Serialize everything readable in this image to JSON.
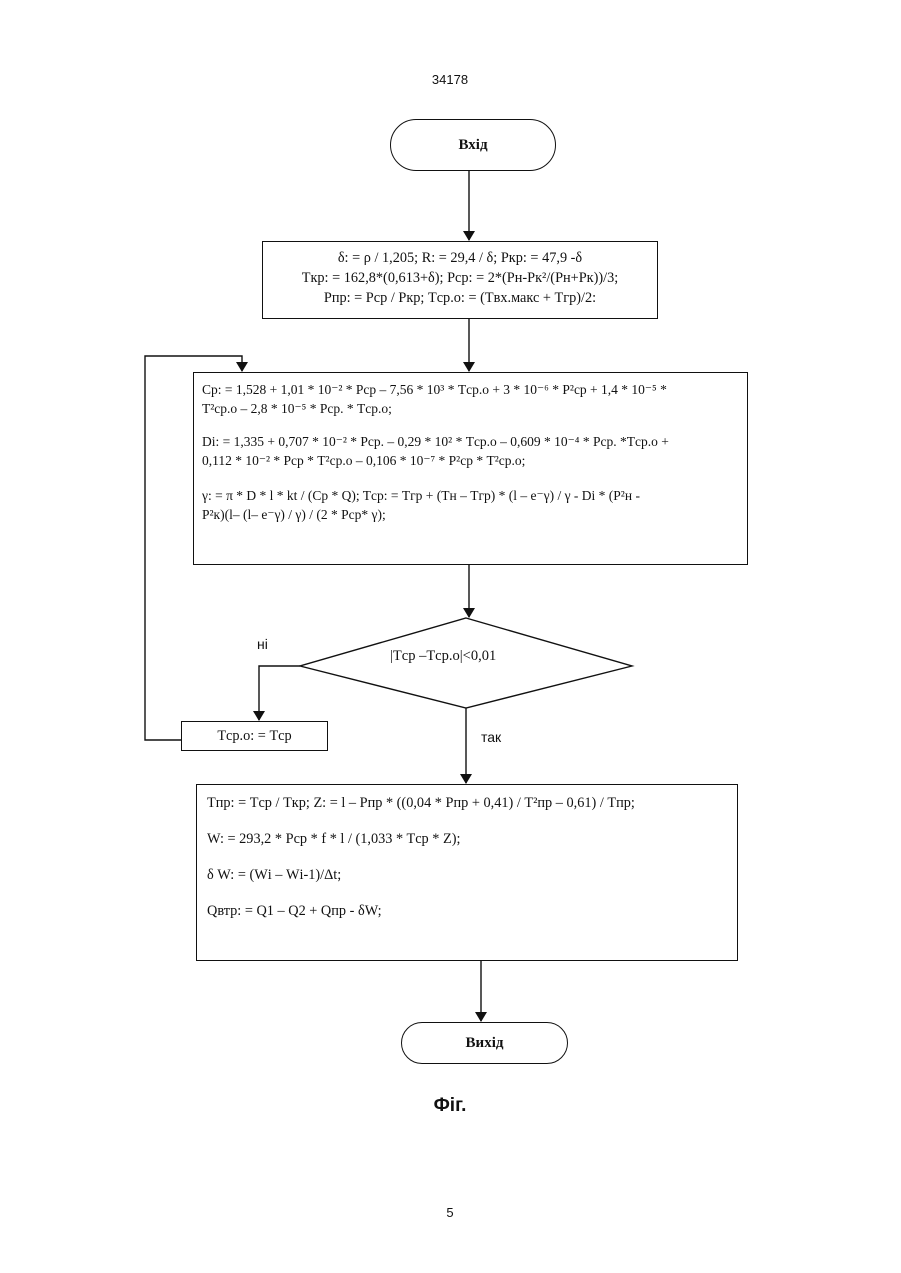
{
  "header": {
    "page_id": "34178"
  },
  "start": {
    "label": "Вхід"
  },
  "init_block": {
    "lines": [
      "δ: = ρ / 1,205;  R: = 29,4 / δ;  Pкр: = 47,9 -δ",
      "Tкр: = 162,8*(0,613+δ);  Pср: = 2*(Pн-Pк²/(Pн+Pк))/3;",
      "Pпр: = Pср / Pкр; Tср.о: = (Tвх.макс + Tгр)/2:"
    ]
  },
  "calc_block": {
    "lines": [
      "Cр: = 1,528 + 1,01 * 10⁻² * Pср – 7,56 * 10³ * Tср.о + 3 * 10⁻⁶ * P²ср + 1,4 * 10⁻⁵ *",
      "T²ср.о – 2,8 * 10⁻⁵ * Pср. * Tср.о;",
      "Dі: = 1,335 + 0,707 * 10⁻² * Pср. – 0,29 * 10² * Tср.о – 0,609 * 10⁻⁴ * Pср. *Tср.о +",
      "0,112 * 10⁻² * Pср * T²ср.о – 0,106 * 10⁻⁷ * P²ср * T²ср.о;",
      "γ: = π * D * l * kt / (Cр * Q);  Tср: = Tгр + (Tн – Tгр) * (l – e⁻γ) / γ - Dі * (P²н -",
      "P²к)(l– (l– e⁻γ) / γ) / (2 * Pср* γ);"
    ]
  },
  "decision": {
    "condition": "|Tср –Tср.о|<0,01",
    "no_label": "ні",
    "yes_label": "так"
  },
  "update_block": {
    "text": "Tср.о: = Tср"
  },
  "result_block": {
    "lines": [
      "Tпр: = Tср / Tкр;  Z: = l – Pпр * ((0,04 * Pпр + 0,41) / T²пр – 0,61) / Tпр;",
      "W: = 293,2 * Pср * f * l / (1,033 * Tср * Z);",
      "δ W: = (Wі – Wі-1)/Δt;",
      "Qвтр: = Q1 – Q2 + Qпр - δW;"
    ]
  },
  "end": {
    "label": "Вихід"
  },
  "caption": "Фіг.",
  "footer": {
    "page_number": "5"
  }
}
